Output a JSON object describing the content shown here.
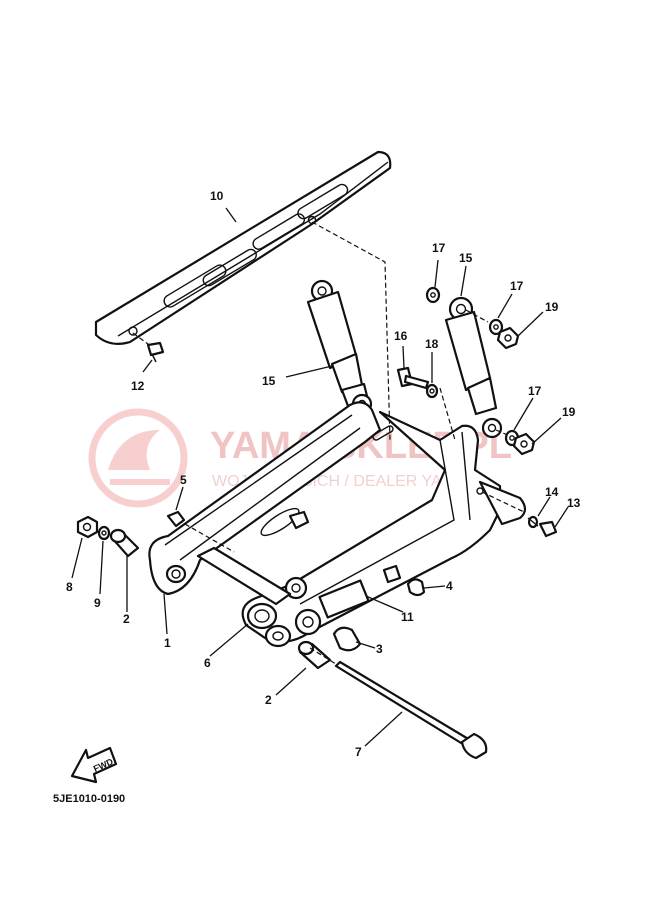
{
  "diagram_code": "5JE1010-0190",
  "watermark": {
    "title": "YAMA-SKLEP.PL",
    "subtitle": "WOJCIECH SICH / DEALER YAMAHA"
  },
  "fwd_label": "FWD",
  "callouts": {
    "c1": "1",
    "c2a": "2",
    "c2b": "2",
    "c3": "3",
    "c4": "4",
    "c5": "5",
    "c6": "6",
    "c7": "7",
    "c8": "8",
    "c9": "9",
    "c10": "10",
    "c11": "11",
    "c12": "12",
    "c13": "13",
    "c14": "14",
    "c15a": "15",
    "c15b": "15",
    "c16": "16",
    "c17a": "17",
    "c17b": "17",
    "c17c": "17",
    "c18": "18",
    "c19a": "19",
    "c19b": "19"
  },
  "colors": {
    "line": "#111111",
    "watermark": "#f0c4c4"
  }
}
